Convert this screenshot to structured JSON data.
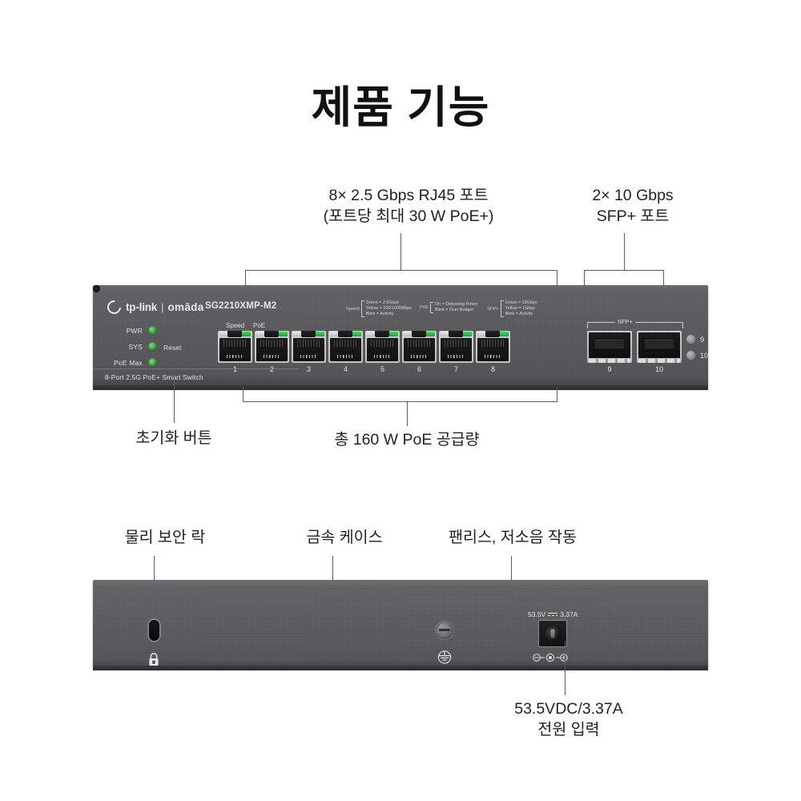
{
  "page": {
    "title": "제품 기능",
    "background_color": "#ffffff",
    "text_color": "#1a1a1a",
    "line_color": "#5c5c5c"
  },
  "front": {
    "callouts": {
      "rj45_ports": "8× 2.5 Gbps RJ45 포트\n(포트당 최대 30 W PoE+)",
      "sfp_ports": "2× 10 Gbps\nSFP+ 포트",
      "reset_button": "초기화 버튼",
      "poe_budget": "총 160 W PoE 공급량"
    },
    "device": {
      "brand_primary": "tp-link",
      "brand_separator": "|",
      "brand_secondary": "omāda",
      "model": "SG2210XMP-M2",
      "product_string": "8-Port 2.5G PoE+ Smart Switch",
      "leds": [
        {
          "label": "PWR",
          "color": "#3faa4a"
        },
        {
          "label": "SYS",
          "color": "#3faa4a"
        },
        {
          "label": "PoE Max",
          "color": "#3faa4a"
        }
      ],
      "reset_label": "Reset",
      "port_head_labels": {
        "speed": "Speed",
        "poe": "PoE"
      },
      "legends": [
        {
          "key": "Speed",
          "lines": "Green = 2.5Gbps\nYellow = 100/1000Mbps\nBlink = Activity"
        },
        {
          "key": "PoE",
          "lines": "On = Delivering Power\nBlink = Over Budget"
        },
        {
          "key": "SFP+",
          "lines": "Green = 10Gbps\nYellow = 1Gbps\nBlink = Activity"
        }
      ],
      "rj45_port_numbers": [
        "1",
        "2",
        "3",
        "4",
        "5",
        "6",
        "7",
        "8"
      ],
      "sfp_bracket_label": "SFP+",
      "sfp_port_numbers": [
        "9",
        "10"
      ],
      "sfp_led_numbers": [
        "9",
        "10"
      ]
    }
  },
  "rear": {
    "callouts": {
      "security_lock": "물리 보안 락",
      "metal_case": "금속 케이스",
      "fanless": "팬리스, 저소음 작동",
      "power_input": "53.5VDC/3.37A\n전원 입력"
    },
    "device": {
      "power_rating_voltage": "53.5V",
      "power_rating_current": "3.37A",
      "lock_icon_name": "padlock",
      "ground_icon_name": "earth-ground",
      "polarity_icon_name": "dc-polarity"
    }
  }
}
